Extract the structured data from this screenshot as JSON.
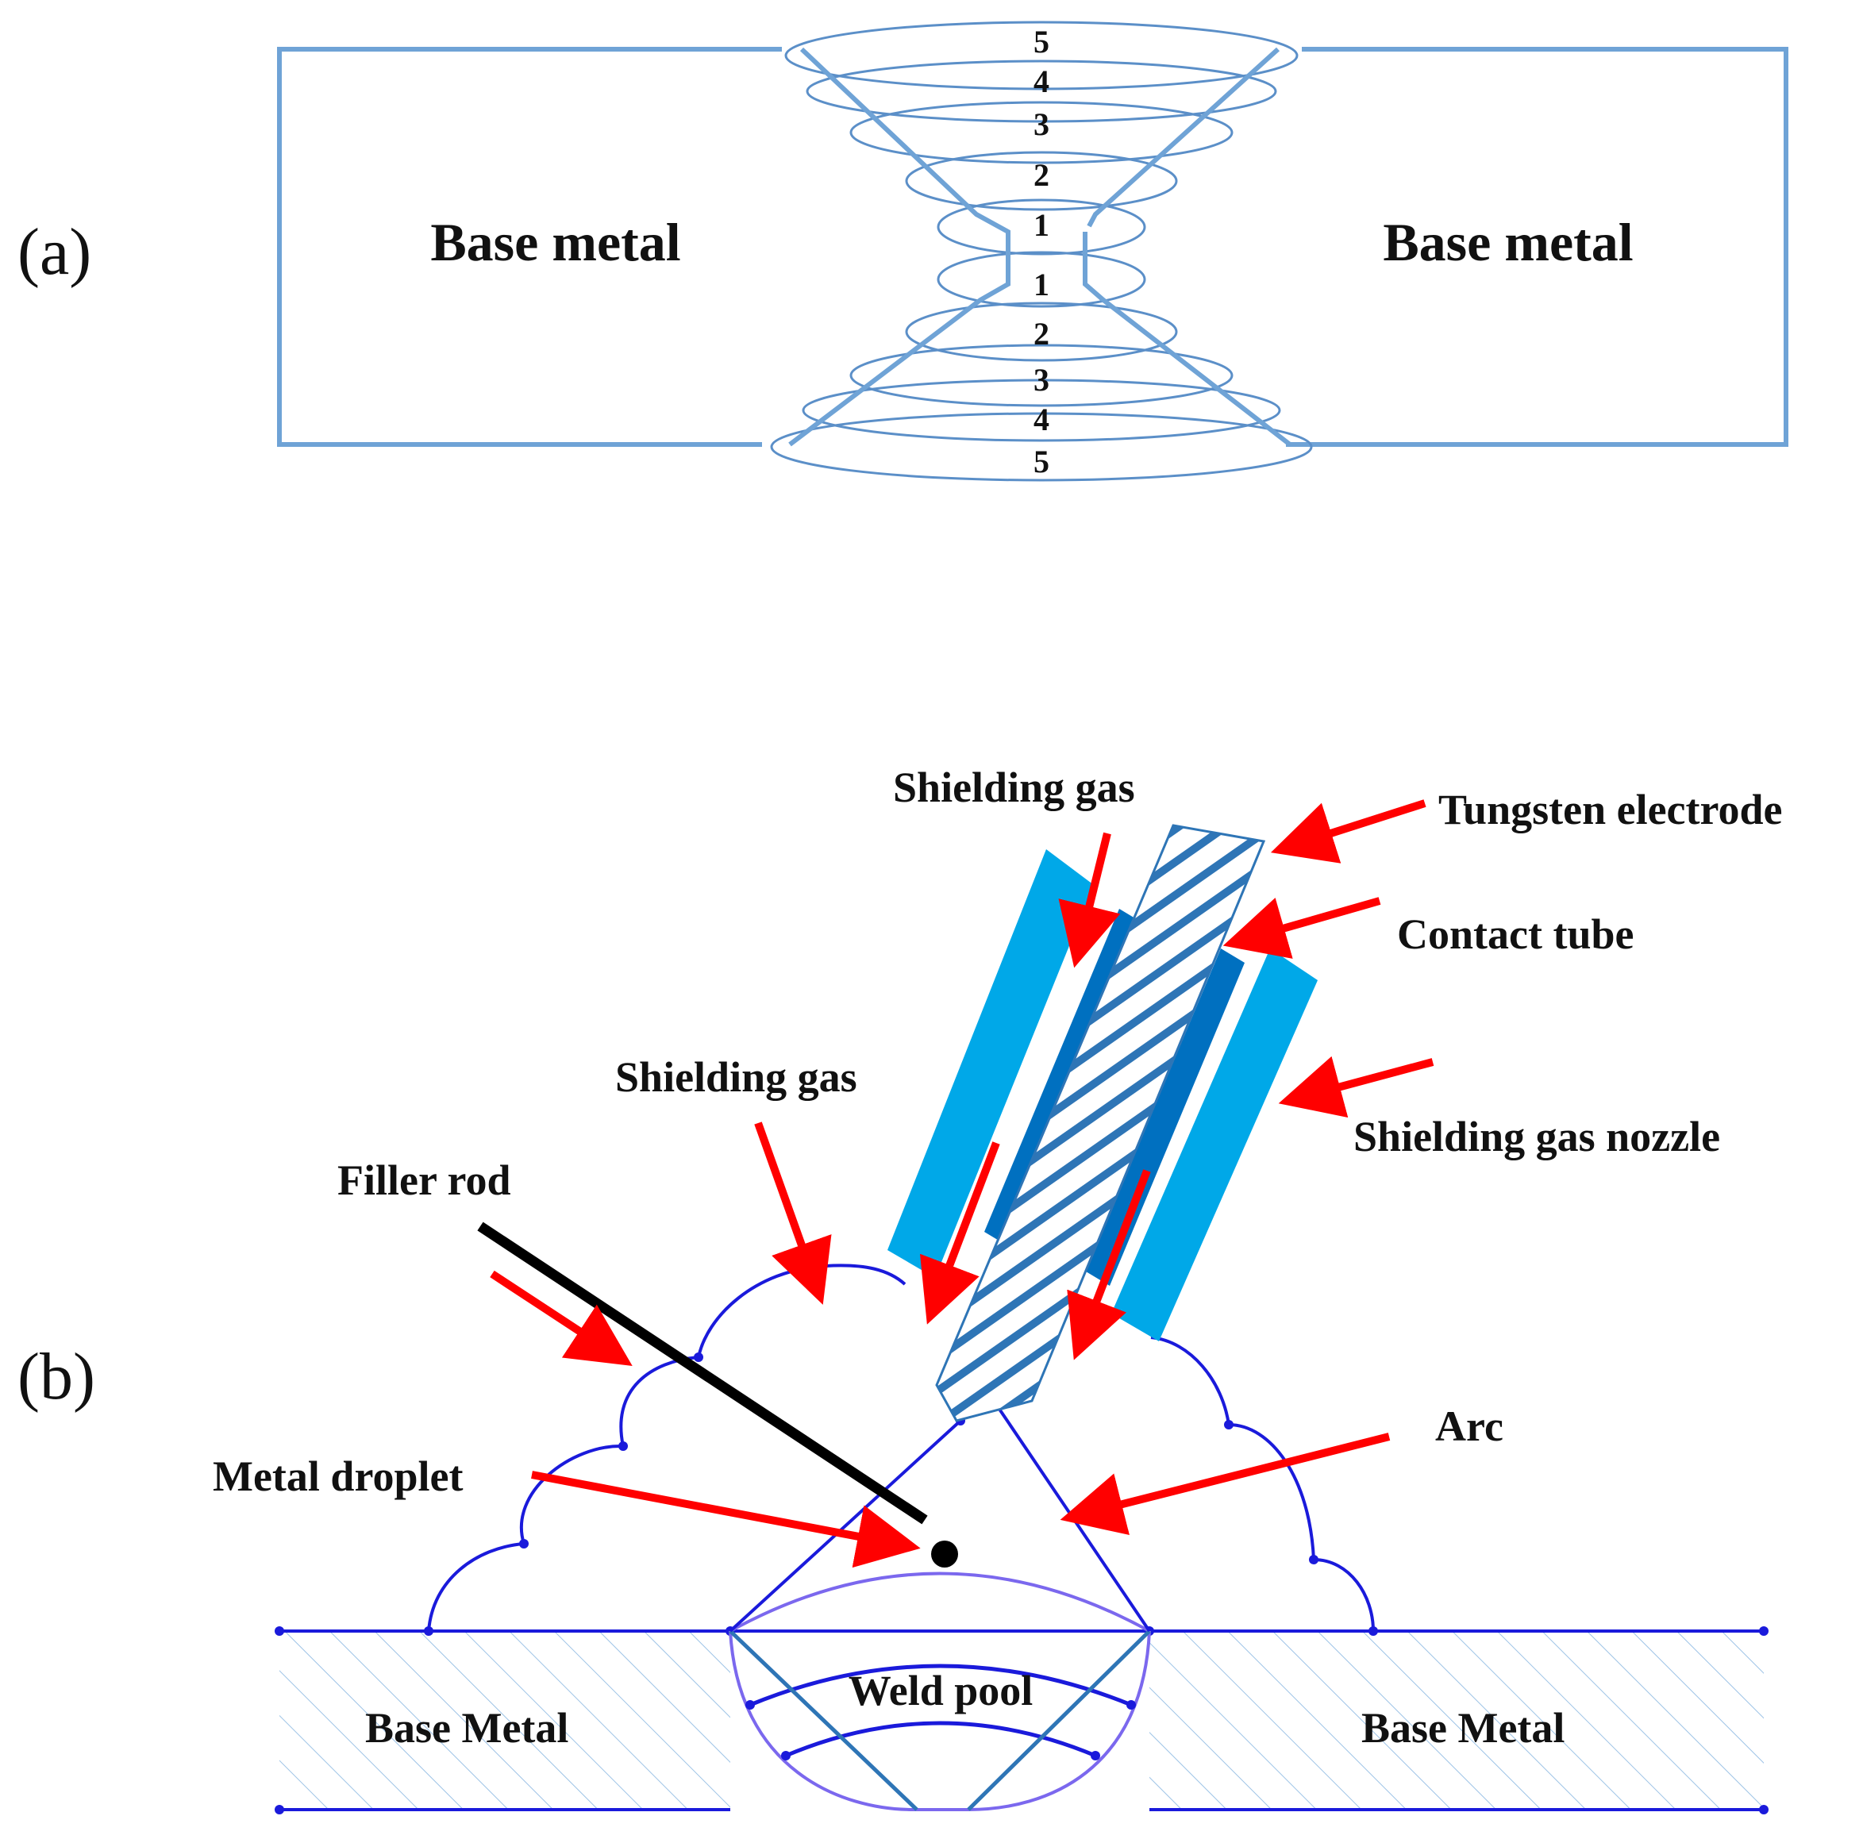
{
  "colors": {
    "panel_a_line": "#6fa3d6",
    "panel_a_pass": "#5b8fc8",
    "panel_b_line": "#1a1adb",
    "nozzle": "#00a8e8",
    "contact_tube": "#0070c0",
    "electrode_hatch": "#2e75b6",
    "arrow": "#ff0000",
    "filler_rod": "#000000",
    "hatch": "#9dc3e6"
  },
  "panel_a": {
    "label": "(a)",
    "left_label": "Base metal",
    "right_label": "Base metal",
    "pass_numbers": [
      "5",
      "4",
      "3",
      "2",
      "1",
      "1",
      "2",
      "3",
      "4",
      "5"
    ]
  },
  "panel_b": {
    "label": "(b)",
    "labels": {
      "shielding_gas_top": "Shielding gas",
      "tungsten_electrode": "Tungsten electrode",
      "contact_tube": "Contact tube",
      "shielding_gas_left": "Shielding gas",
      "shielding_gas_nozzle": "Shielding gas nozzle",
      "filler_rod": "Filler rod",
      "arc": "Arc",
      "metal_droplet": "Metal droplet",
      "weld_pool": "Weld pool",
      "base_metal_left": "Base Metal",
      "base_metal_right": "Base Metal"
    }
  }
}
